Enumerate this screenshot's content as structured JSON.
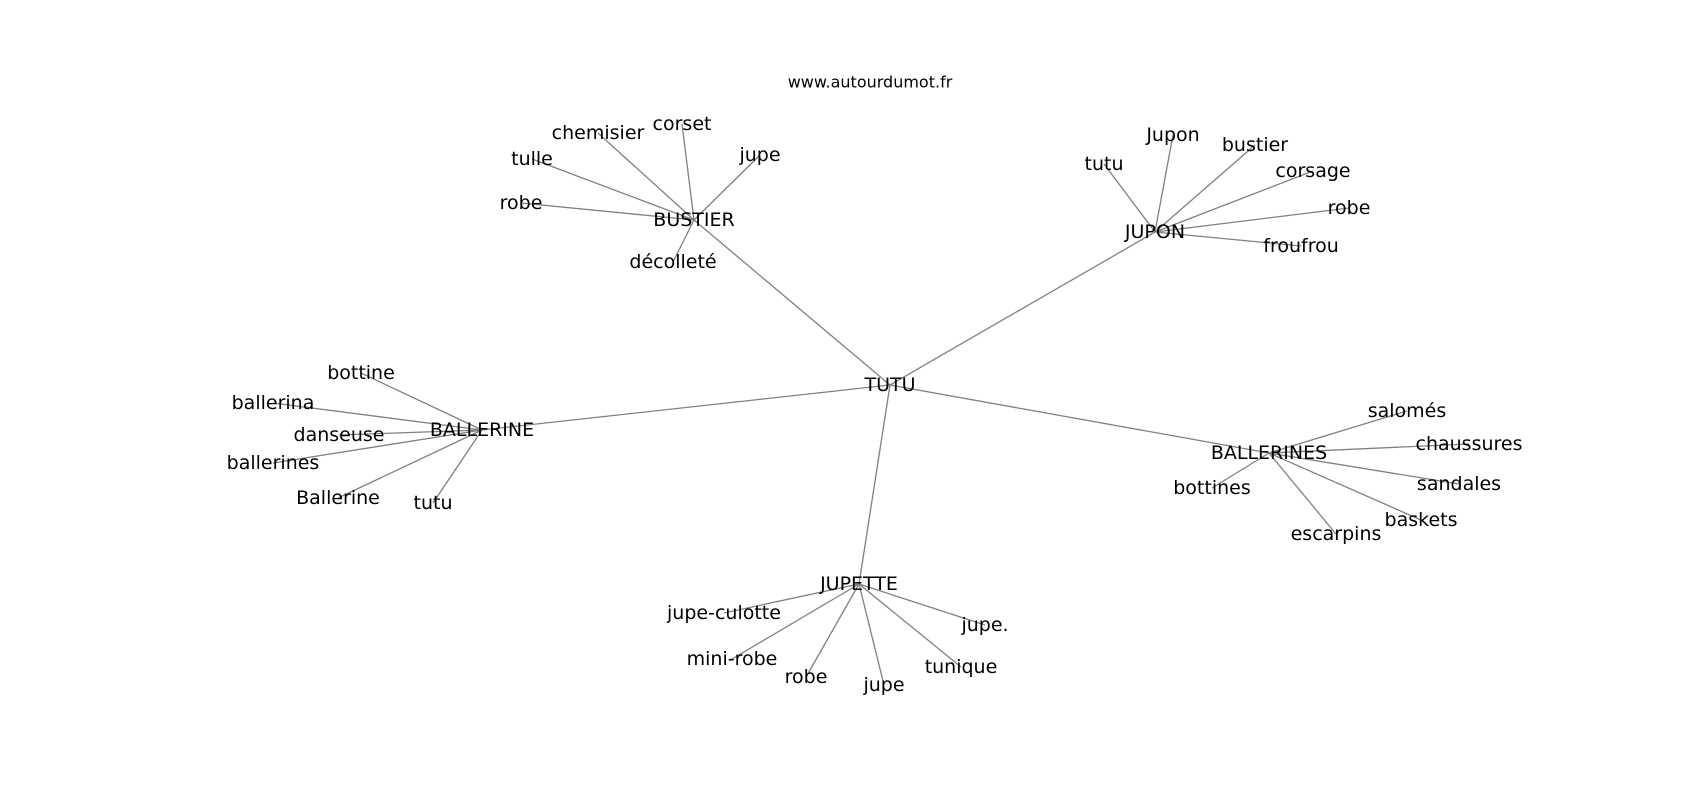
{
  "site": "www.autourdumot.fr",
  "center": "TUTU",
  "hubs": [
    {
      "id": "bustier",
      "label": "BUSTIER",
      "leaves": [
        "robe",
        "tulle",
        "chemisier",
        "corset",
        "jupe",
        "décolleté"
      ]
    },
    {
      "id": "jupon",
      "label": "JUPON",
      "leaves": [
        "tutu",
        "Jupon",
        "bustier",
        "corsage",
        "robe",
        "froufrou"
      ]
    },
    {
      "id": "ballerine",
      "label": "BALLERINE",
      "leaves": [
        "bottine",
        "ballerina",
        "danseuse",
        "ballerines",
        "Ballerine",
        "tutu"
      ]
    },
    {
      "id": "ballerines",
      "label": "BALLERINES",
      "leaves": [
        "salomés",
        "chaussures",
        "sandales",
        "baskets",
        "escarpins",
        "bottines"
      ]
    },
    {
      "id": "jupette",
      "label": "JUPETTE",
      "leaves": [
        "jupe-culotte",
        "mini-robe",
        "robe",
        "jupe",
        "tunique",
        "jupe."
      ]
    }
  ]
}
